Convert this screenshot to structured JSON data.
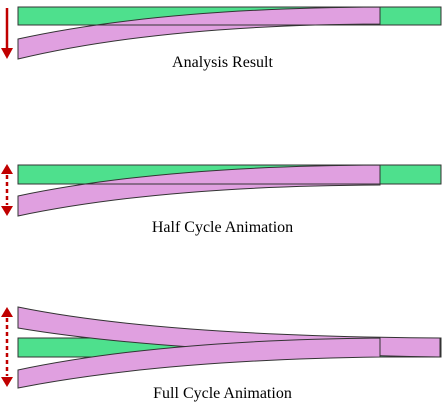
{
  "panels": [
    {
      "caption": "Analysis Result",
      "arrow": "solid-down"
    },
    {
      "caption": "Half Cycle Animation",
      "arrow": "dashed-both"
    },
    {
      "caption": "Full Cycle Animation",
      "arrow": "dashed-both"
    }
  ],
  "colors": {
    "undeformed_beam": "#4ee08d",
    "deformed_beam": "#e0a0e0",
    "outline": "#333333",
    "arrow": "#c00000",
    "background": "#ffffff"
  }
}
